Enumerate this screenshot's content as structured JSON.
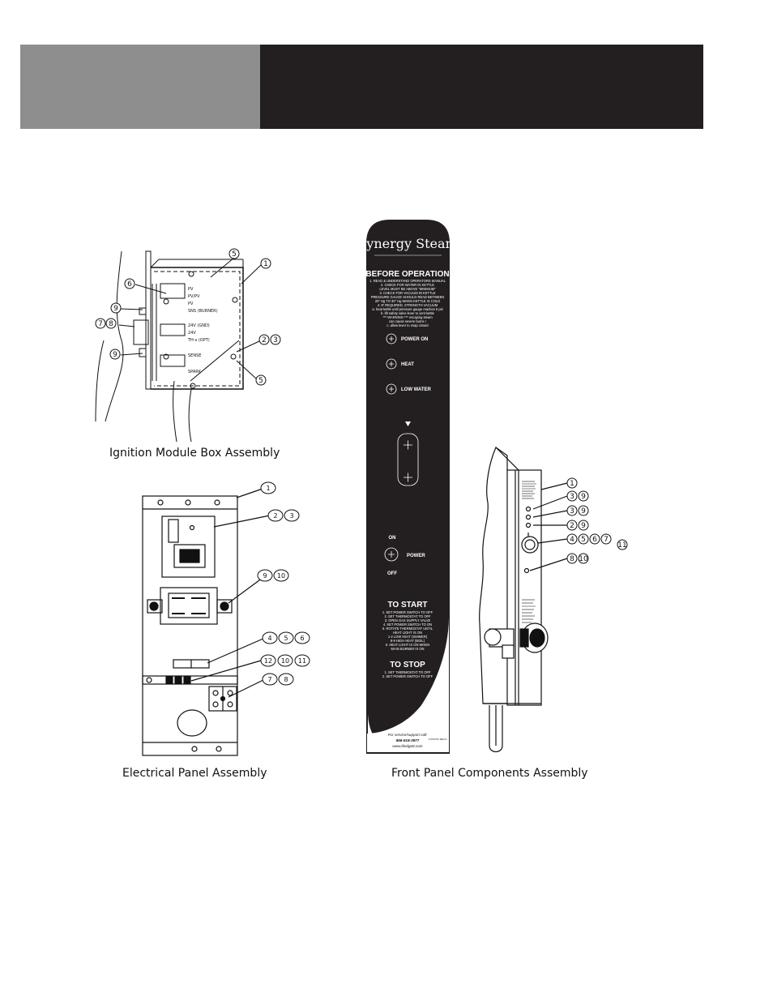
{
  "captions": {
    "ignition": "Ignition Module Box Assembly",
    "electrical": "Electrical Panel Assembly",
    "front": "Front Panel Components Assembly"
  },
  "ignition_box": {
    "terminals": [
      "PV",
      "PV/PV",
      "PV",
      "SNS (BURNER)",
      "24V (GND)",
      "24V",
      "TH-s (OPT)",
      "SENSE",
      "SPARK"
    ],
    "callouts": [
      "5",
      "1",
      "6",
      "9",
      "7",
      "8",
      "9",
      "2",
      "3",
      "5"
    ]
  },
  "electrical_panel": {
    "callouts": [
      "1",
      "2",
      "3",
      "9",
      "10",
      "4",
      "5",
      "6",
      "12",
      "10",
      "11",
      "7",
      "8"
    ]
  },
  "front_panel": {
    "brand": "Synergy Steam",
    "before_title": "BEFORE OPERATION",
    "before_lines": [
      "1. READ & UNDERSTAND OPERATORS MANUAL",
      "2. CHECK FOR WATER IN KETTLE",
      "LEVEL MUST BE ABOVE \"MINIMUM\"",
      "3. CHECK FOR VACUUM IN KETTLE",
      "PRESSURE GAUGE SHOULD READ BETWEEN",
      "20\" Hg TO 30\" Hg WHEN KETTLE IS COLD",
      "4. IF REQUIRED, STRENGTH VACUUM",
      "a. heat kettle until pressure gauge reaches 5 psi",
      "b. lift safety valve lever to vent kettle",
      "*** WARNING *** escaping steam",
      "can cause severe burns !",
      "c. allow lever to snap closed"
    ],
    "indicators": [
      "POWER ON",
      "HEAT",
      "LOW WATER"
    ],
    "switch_on": "ON",
    "switch_label": "POWER",
    "switch_off": "OFF",
    "start_title": "TO START",
    "start_lines": [
      "1. SET POWER SWITCH TO OFF",
      "2. SET THERMOSTAT TO OFF",
      "3. OPEN GAS SUPPLY VALVE",
      "4. SET POWER SWITCH TO ON",
      "5. ROTATE THERMOSTAT UNTIL",
      "HEAT LIGHT IS ON",
      "1-2 LOW HEAT (SIMMER)",
      "8-9 HIGH HEAT (BOIL)",
      "6. HEAT LIGHT IS ON WHEN",
      "MAIN BURNER IS ON"
    ],
    "stop_title": "TO STOP",
    "stop_lines": [
      "1. SET THERMOSTAT TO OFF",
      "2. SET POWER SWITCH TO OFF"
    ],
    "service_line": "For service/support call:",
    "service_phone": "866-518-3977",
    "service_web": "www.blodgett.com",
    "part_code": "17XXXXX REV.A"
  },
  "side_view": {
    "callouts": [
      "1",
      "3",
      "9",
      "3",
      "9",
      "2",
      "9",
      "4",
      "5",
      "6",
      "7",
      "11",
      "8",
      "10"
    ]
  },
  "colors": {
    "header_grey": "#8e8e8e",
    "header_dark": "#231f20",
    "panel": "#231f20"
  }
}
